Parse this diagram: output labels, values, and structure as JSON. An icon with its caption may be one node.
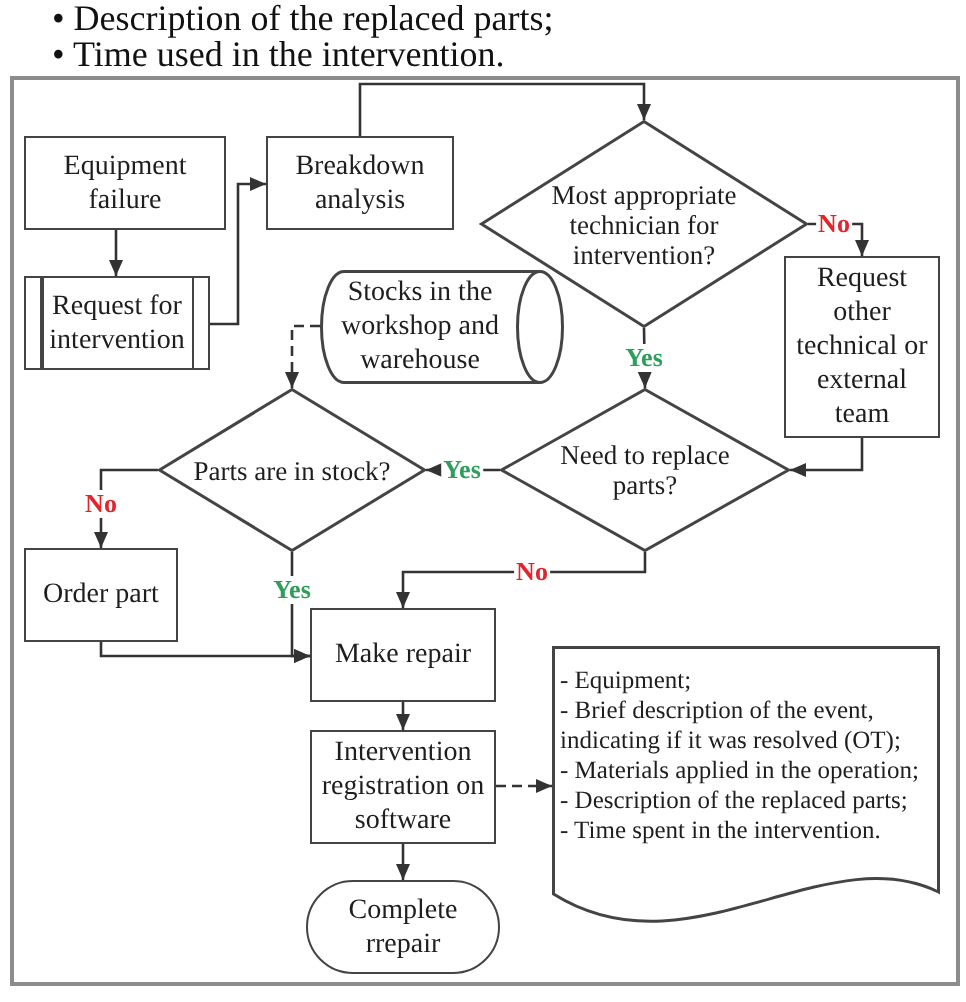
{
  "diagram": {
    "nodes": [
      {
        "text": [
          "Equipment failure"
        ]
      },
      {
        "text": [
          "Request for intervention"
        ]
      },
      {
        "text": [
          "Breakdown analysis"
        ]
      },
      {
        "text": [
          "Most appropriate technician for intervention?"
        ]
      },
      {
        "text": [
          "Request other technical or external team"
        ]
      },
      {
        "text": [
          "Stocks in the workshop and warehouse"
        ]
      },
      {
        "text": [
          "Need to replace parts?"
        ]
      },
      {
        "text": [
          "Parts are in stock?"
        ]
      },
      {
        "text": [
          "Order part"
        ]
      },
      {
        "text": [
          "Make repair"
        ]
      },
      {
        "text": [
          "Intervention registration on software"
        ]
      },
      {
        "text": [
          "- Equipment;",
          "- Brief description of the event, indicating if it was resolved (OT);",
          "- Materials applied in the operation;",
          "- Description of the replaced parts;",
          "- Time spent in the intervention."
        ]
      },
      {
        "text": [
          "Complete rrepair"
        ]
      }
    ],
    "edges": [
      {
        "from": 0,
        "to": 1,
        "arrow": "to"
      },
      {
        "from": 1,
        "to": 2,
        "arrow": "to"
      },
      {
        "from": 2,
        "to": 3,
        "arrow": "to"
      },
      {
        "from": 3,
        "to": 4,
        "arrow": "to",
        "label": "No"
      },
      {
        "from": 3,
        "to": 6,
        "arrow": "to",
        "label": "Yes"
      },
      {
        "from": 5,
        "to": 7,
        "arrow": "to",
        "style": "dashed"
      },
      {
        "from": 4,
        "to": 6,
        "arrow": "to"
      },
      {
        "from": 6,
        "to": 7,
        "arrow": "to",
        "label": "Yes"
      },
      {
        "from": 7,
        "to": 8,
        "arrow": "to",
        "label": "No"
      },
      {
        "from": 7,
        "to": 9,
        "arrow": "to",
        "label": "Yes"
      },
      {
        "from": 8,
        "to": 9,
        "arrow": "to"
      },
      {
        "from": 6,
        "to": 9,
        "arrow": "to",
        "label": "No"
      },
      {
        "from": 9,
        "to": 10,
        "arrow": "to"
      },
      {
        "from": 10,
        "to": 11,
        "arrow": "to",
        "style": "dashed"
      },
      {
        "from": 10,
        "to": 12,
        "arrow": "to"
      }
    ],
    "labels": [
      "• Description of the replaced parts;",
      "• Time used in the intervention."
    ]
  }
}
